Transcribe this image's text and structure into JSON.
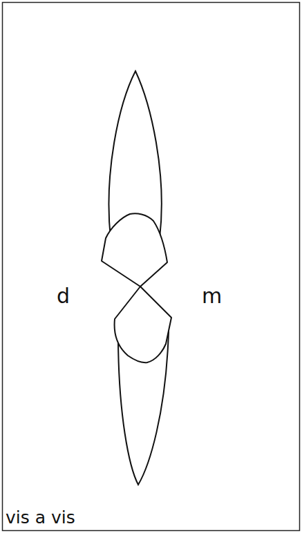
{
  "diagram": {
    "labels": [
      "d",
      "m",
      "vis a vis"
    ]
  }
}
